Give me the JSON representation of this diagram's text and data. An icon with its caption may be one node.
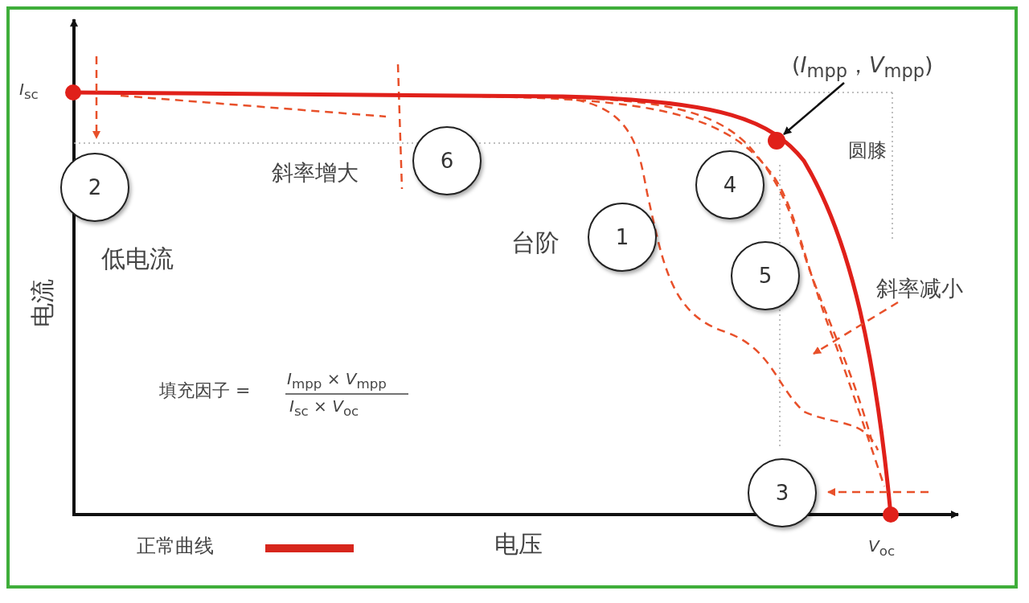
{
  "diagram": {
    "nodes": [
      {
        "text": [
          "(*I*$_{mpp}$，*V*$_{mpp}$)"
        ]
      },
      {
        "text": [],
        "shape": "circle"
      },
      {
        "text": [
          "6"
        ]
      },
      {
        "text": [
          "4"
        ]
      },
      {
        "text": [
          "2"
        ]
      },
      {
        "text": [
          "1"
        ]
      },
      {
        "text": [
          "5"
        ]
      },
      {
        "text": [
          "斜率减小"
        ]
      },
      {
        "text": [
          "3"
        ]
      }
    ],
    "edges": [
      {
        "from": 0,
        "to": 1,
        "arrow": "to"
      },
      {
        "from": 7,
        "to": null,
        "arrow": "to",
        "style": "dashed",
        "color": "#e8502a"
      }
    ],
    "labels": [
      "*I*$_{sc}$",
      "圆膝",
      "斜率增大",
      "低电流",
      "台阶",
      "电流",
      "填充因子 =",
      "*I*$_{mpp}$ × *V*$_{mpp}$",
      "*I*$_{sc}$ × *V*$_{oc}$",
      "电压",
      "*V*$_{oc}$"
    ],
    "legend": [
      {
        "text": "正常曲线"
      }
    ]
  }
}
